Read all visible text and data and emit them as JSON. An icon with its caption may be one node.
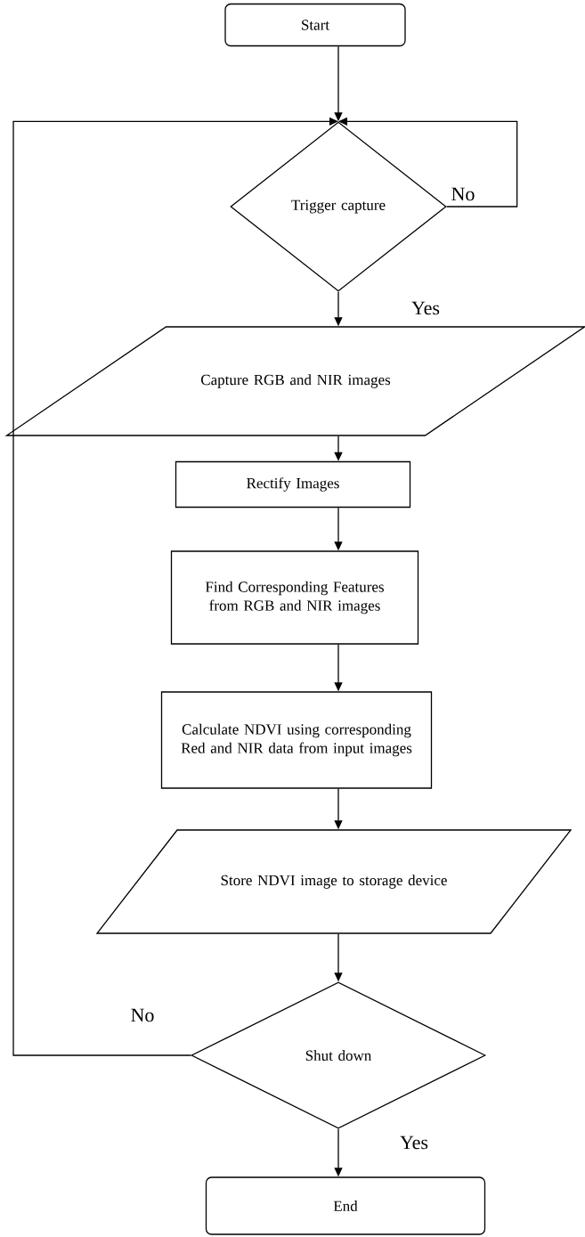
{
  "diagram": {
    "nodes": [
      {
        "text": [
          "Start"
        ]
      },
      {
        "text": [
          "Trigger capture"
        ]
      },
      {
        "text": [
          "Capture RGB and NIR images"
        ]
      },
      {
        "text": [
          "Rectify Images"
        ]
      },
      {
        "text": [
          "Find Corresponding Features from RGB and NIR images"
        ]
      },
      {
        "text": [
          "Calculate NDVI using corresponding Red and NIR data from input images"
        ]
      },
      {
        "text": [
          "Store NDVI image to storage device"
        ]
      },
      {
        "text": [
          "Shut down"
        ]
      },
      {
        "text": [
          "End"
        ]
      }
    ],
    "edges": [
      {
        "from": 0,
        "to": 1,
        "arrow": "to"
      },
      {
        "from": 1,
        "to": 1,
        "arrow": "to",
        "label": "No"
      },
      {
        "from": 7,
        "to": 1,
        "arrow": "to",
        "label": "No"
      },
      {
        "from": 1,
        "to": 2,
        "arrow": "to",
        "label": "Yes"
      },
      {
        "from": 2,
        "to": 3,
        "arrow": "to"
      },
      {
        "from": 3,
        "to": 4,
        "arrow": "to"
      },
      {
        "from": 4,
        "to": 5,
        "arrow": "to"
      },
      {
        "from": 5,
        "to": 6,
        "arrow": "to"
      },
      {
        "from": 6,
        "to": 7,
        "arrow": "to"
      },
      {
        "from": 7,
        "to": 8,
        "arrow": "to",
        "label": "Yes"
      }
    ]
  }
}
